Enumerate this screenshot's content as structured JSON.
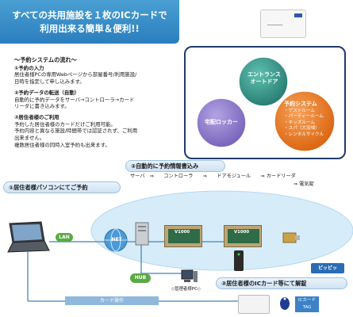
{
  "header": {
    "line1": "すべての共用施設を１枚のICカードで",
    "line2": "利用出来る簡単＆便利!!"
  },
  "flow": {
    "title": "～予約システムの流れ～",
    "s1_head": "①予約の入力",
    "s1_l1": "居住者様PCの専用Webページから部屋番号/利用施設/",
    "s1_l2": "日時を指定して申し込みます。",
    "s2_head": "②予約データの転送（自動）",
    "s2_l1": "自動的に予約データをサーバ→コントローラ→カード",
    "s2_l2": "リーダに書き込みます。",
    "s3_head": "③居住者様のご利用",
    "s3_l1": "予約した居住者様のカードだけご利用可能。",
    "s3_l2": "予約内容と異なる施設/時間帯では認証されず、ご利用",
    "s3_l3": "出来ません。",
    "s3_l4": "複数居住者様の同時入室予約も出来ます。"
  },
  "venn": {
    "center_l1": "エントランス",
    "center_l2": "オートドア",
    "left": "宅配ロッカー",
    "right_title": "予約システム",
    "right_items": [
      "・ゲストルーム",
      "・パーティールーム",
      "・キッズルーム",
      "・スパ（大浴場）",
      "・レンタルサイクル"
    ]
  },
  "sections": {
    "s1": "①居住者様パソコンにてご予約",
    "s2": "②自動的に予約情報書込み",
    "s2_path": "サーバ　⇒　　コントローラ　　⇒　　ドアモジュール　　⇒ カードリーダ",
    "s2_lock": "⇒ 電気錠",
    "s3": "③居住者様のICカード等にて解錠"
  },
  "diagram": {
    "lan": "LAN",
    "net": "NET",
    "v1000_a": "V1000",
    "v1000_b": "V1000",
    "hub": "HUB",
    "admin_pc": "◇管理者様PC◇",
    "card_op": "カード操作",
    "beep": "ピッピッ",
    "ic_card": "ICカード",
    "tag": "TAG"
  },
  "colors": {
    "banner": "#2a7ebd",
    "venn_center": "#2f8f82",
    "venn_left": "#8b76c7",
    "venn_right": "#e8741a",
    "cloud": "#d6ecf9",
    "lan_pill": "#5aaa44",
    "hub_pill": "#5aaa44",
    "cardop_bar": "#8fb8dc"
  }
}
